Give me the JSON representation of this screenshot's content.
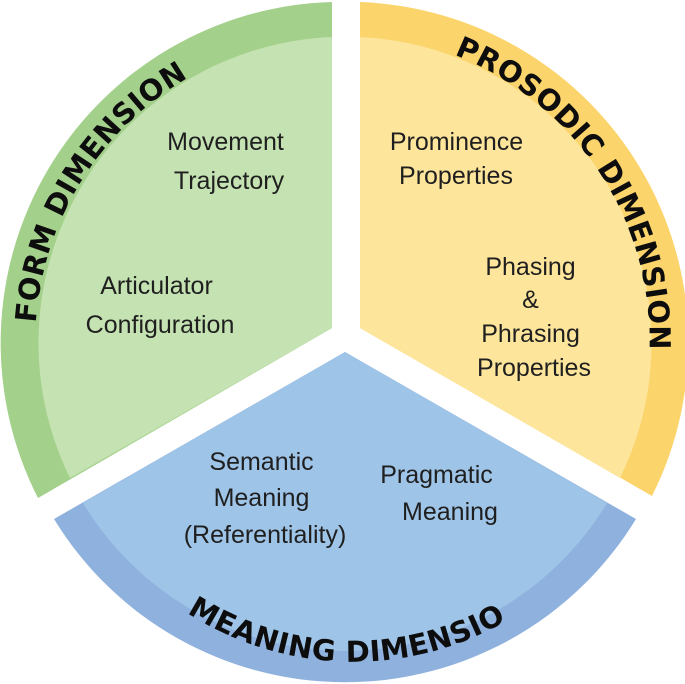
{
  "colors": {
    "form_ring": "#a3d08a",
    "form_fill": "#c5e2b2",
    "prosodic_ring": "#fbd46b",
    "prosodic_fill": "#fde59c",
    "meaning_ring": "#8fb1de",
    "meaning_fill": "#9ec4e7",
    "background": "#ffffff"
  },
  "form": {
    "title": "FORM DIMENSION",
    "items": [
      [
        "Movement",
        "Trajectory"
      ],
      [
        "Articulator",
        "Configuration"
      ]
    ]
  },
  "prosodic": {
    "title": "PROSODIC DIMENSION",
    "items": [
      [
        "Prominence",
        "Properties"
      ],
      [
        "Phasing",
        "&",
        "Phrasing",
        "Properties"
      ]
    ]
  },
  "meaning": {
    "title": "MEANING DIMENSION",
    "items": [
      [
        "Semantic",
        "Meaning",
        "(Referentiality)"
      ],
      [
        "Pragmatic",
        "Meaning"
      ]
    ]
  }
}
